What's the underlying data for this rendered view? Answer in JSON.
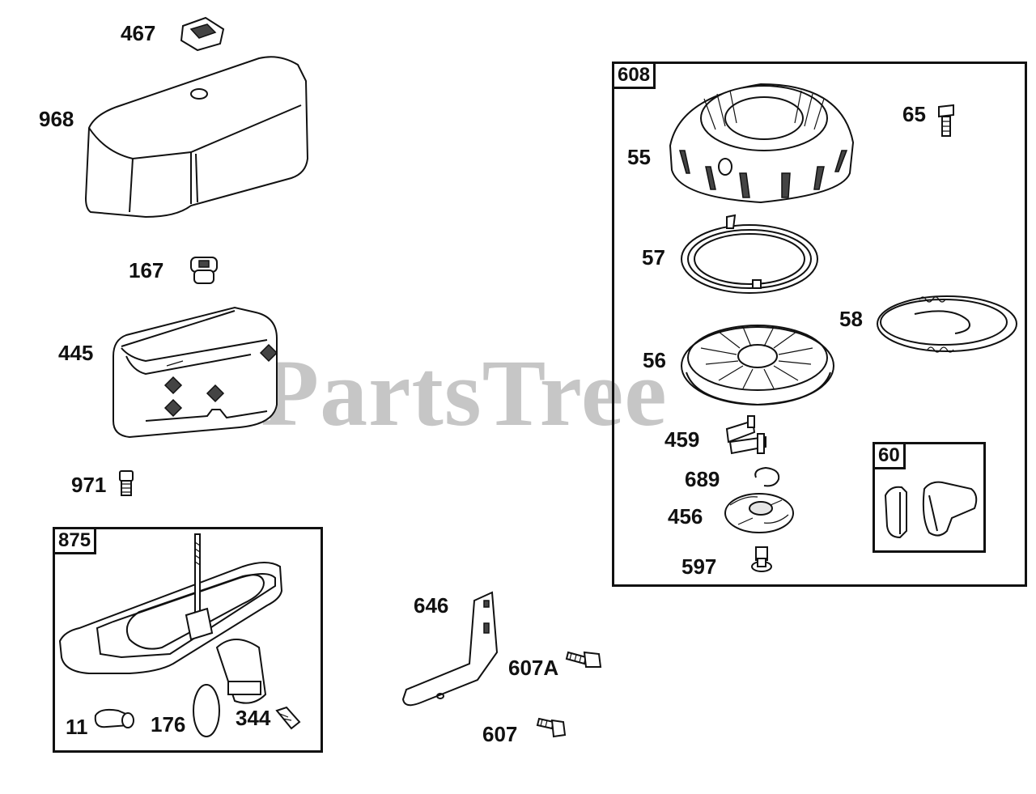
{
  "watermark": "PartsTree",
  "assemblies": {
    "a875": "875",
    "a608": "608",
    "a60": "60"
  },
  "parts": {
    "p467": "467",
    "p968": "968",
    "p167": "167",
    "p445": "445",
    "p971": "971",
    "p11": "11",
    "p176": "176",
    "p344": "344",
    "p646": "646",
    "p607A": "607A",
    "p607": "607",
    "p55": "55",
    "p65": "65",
    "p57": "57",
    "p58": "58",
    "p56": "56",
    "p459": "459",
    "p689": "689",
    "p456": "456",
    "p597": "597"
  }
}
